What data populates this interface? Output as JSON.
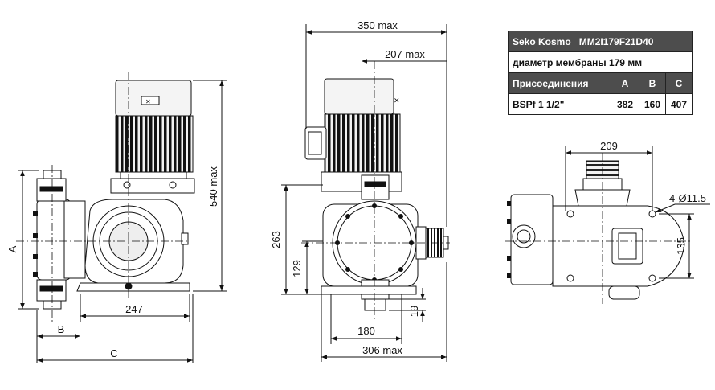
{
  "table": {
    "model_label": "Seko Kosmo",
    "model_code": "MM2I179F21D40",
    "membrane": "диаметр мембраны  179 мм",
    "conn_header": "Присоединения",
    "col_a": "A",
    "col_b": "B",
    "col_c": "C",
    "row_conn": "BSPf  1 1/2\"",
    "val_a": "382",
    "val_b": "160",
    "val_c": "407"
  },
  "side_view": {
    "dim_540": "540 max",
    "dim_247": "247",
    "label_a": "A",
    "label_b": "B",
    "label_c": "C"
  },
  "front_view": {
    "dim_350": "350 max",
    "dim_207": "207 max",
    "dim_263": "263",
    "dim_129": "129",
    "dim_19": "19",
    "dim_180": "180",
    "dim_306": "306 max"
  },
  "top_view": {
    "dim_209": "209",
    "dim_holes": "4-Ø11.5",
    "dim_135": "135"
  }
}
